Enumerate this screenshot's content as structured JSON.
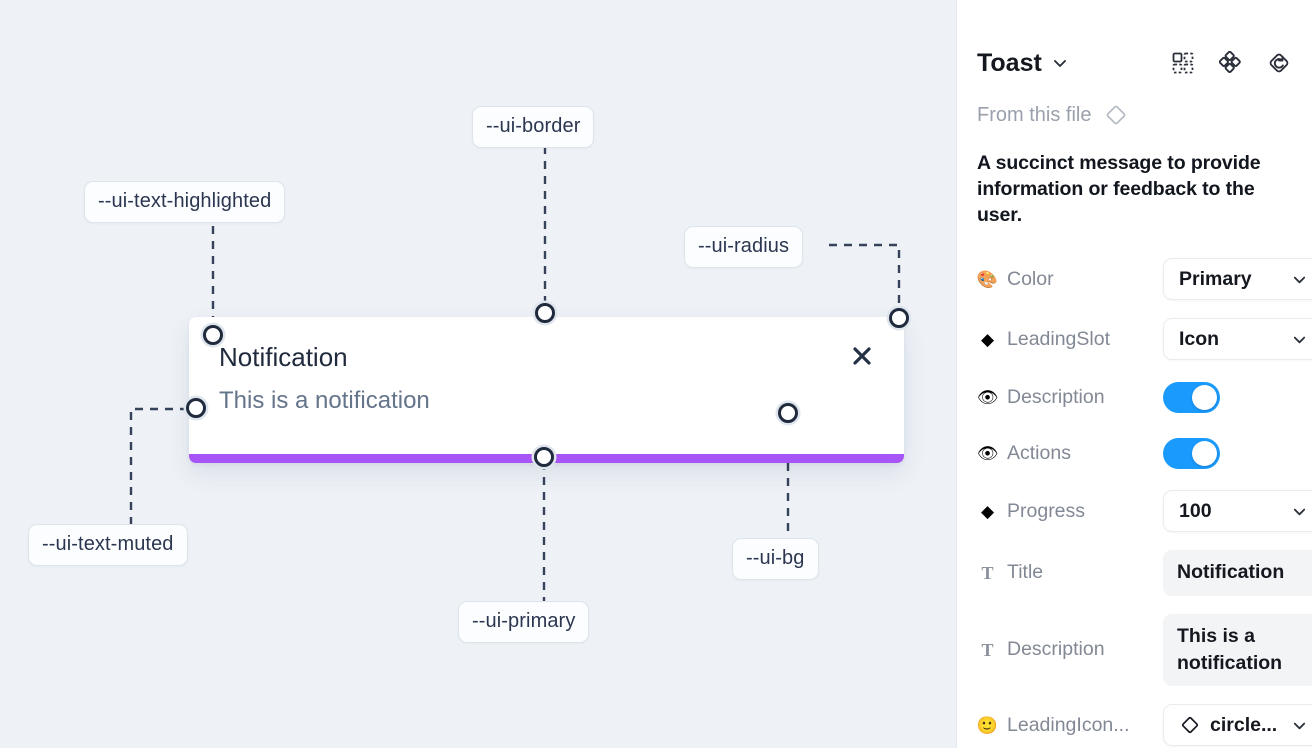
{
  "canvas": {
    "background_color": "#eef2f7",
    "tokens": [
      {
        "name": "ui-border-label",
        "label": "--ui-border"
      },
      {
        "name": "ui-text-highlighted-label",
        "label": "--ui-text-highlighted"
      },
      {
        "name": "ui-radius-label",
        "label": "--ui-radius"
      },
      {
        "name": "ui-text-muted-label",
        "label": "--ui-text-muted"
      },
      {
        "name": "ui-bg-label",
        "label": "--ui-bg"
      },
      {
        "name": "ui-primary-label",
        "label": "--ui-primary"
      }
    ],
    "toast": {
      "title": "Notification",
      "description": "This is a notification",
      "close_icon": "close-icon",
      "progress_color": "#a855f7",
      "background_color": "#ffffff",
      "title_color": "#1f2a3d",
      "description_color": "#64748b"
    }
  },
  "panel": {
    "title": "Toast",
    "title_caret_icon": "chevron-down-icon",
    "header_icons": [
      {
        "name": "component-set-icon"
      },
      {
        "name": "variants-icon"
      },
      {
        "name": "reset-instance-icon"
      }
    ],
    "from_file_label": "From this file",
    "from_file_icon": "diamond-icon",
    "component_description": "A succinct message to provide information or feedback to the user.",
    "properties": [
      {
        "icon": "🎨",
        "icon_name": "palette-icon",
        "label": "Color",
        "type": "select",
        "value": "Primary"
      },
      {
        "icon": "◆",
        "icon_name": "diamond-icon",
        "label": "LeadingSlot",
        "type": "select",
        "value": "Icon"
      },
      {
        "icon": "👁",
        "icon_name": "eye-icon",
        "label": "Description",
        "type": "toggle",
        "value": "on"
      },
      {
        "icon": "👁",
        "icon_name": "eye-icon",
        "label": "Actions",
        "type": "toggle",
        "value": "on"
      },
      {
        "icon": "◆",
        "icon_name": "diamond-icon",
        "label": "Progress",
        "type": "select",
        "value": "100"
      },
      {
        "icon": "T",
        "icon_name": "text-icon",
        "label": "Title",
        "type": "text",
        "value": "Notification"
      },
      {
        "icon": "T",
        "icon_name": "text-icon",
        "label": "Description",
        "type": "text",
        "value": "This is a notification"
      },
      {
        "icon": "🙂",
        "icon_name": "smiley-icon",
        "label": "LeadingIcon...",
        "type": "icon-select",
        "value": "circle..."
      }
    ],
    "accent_toggle_color": "#1a9afc"
  }
}
